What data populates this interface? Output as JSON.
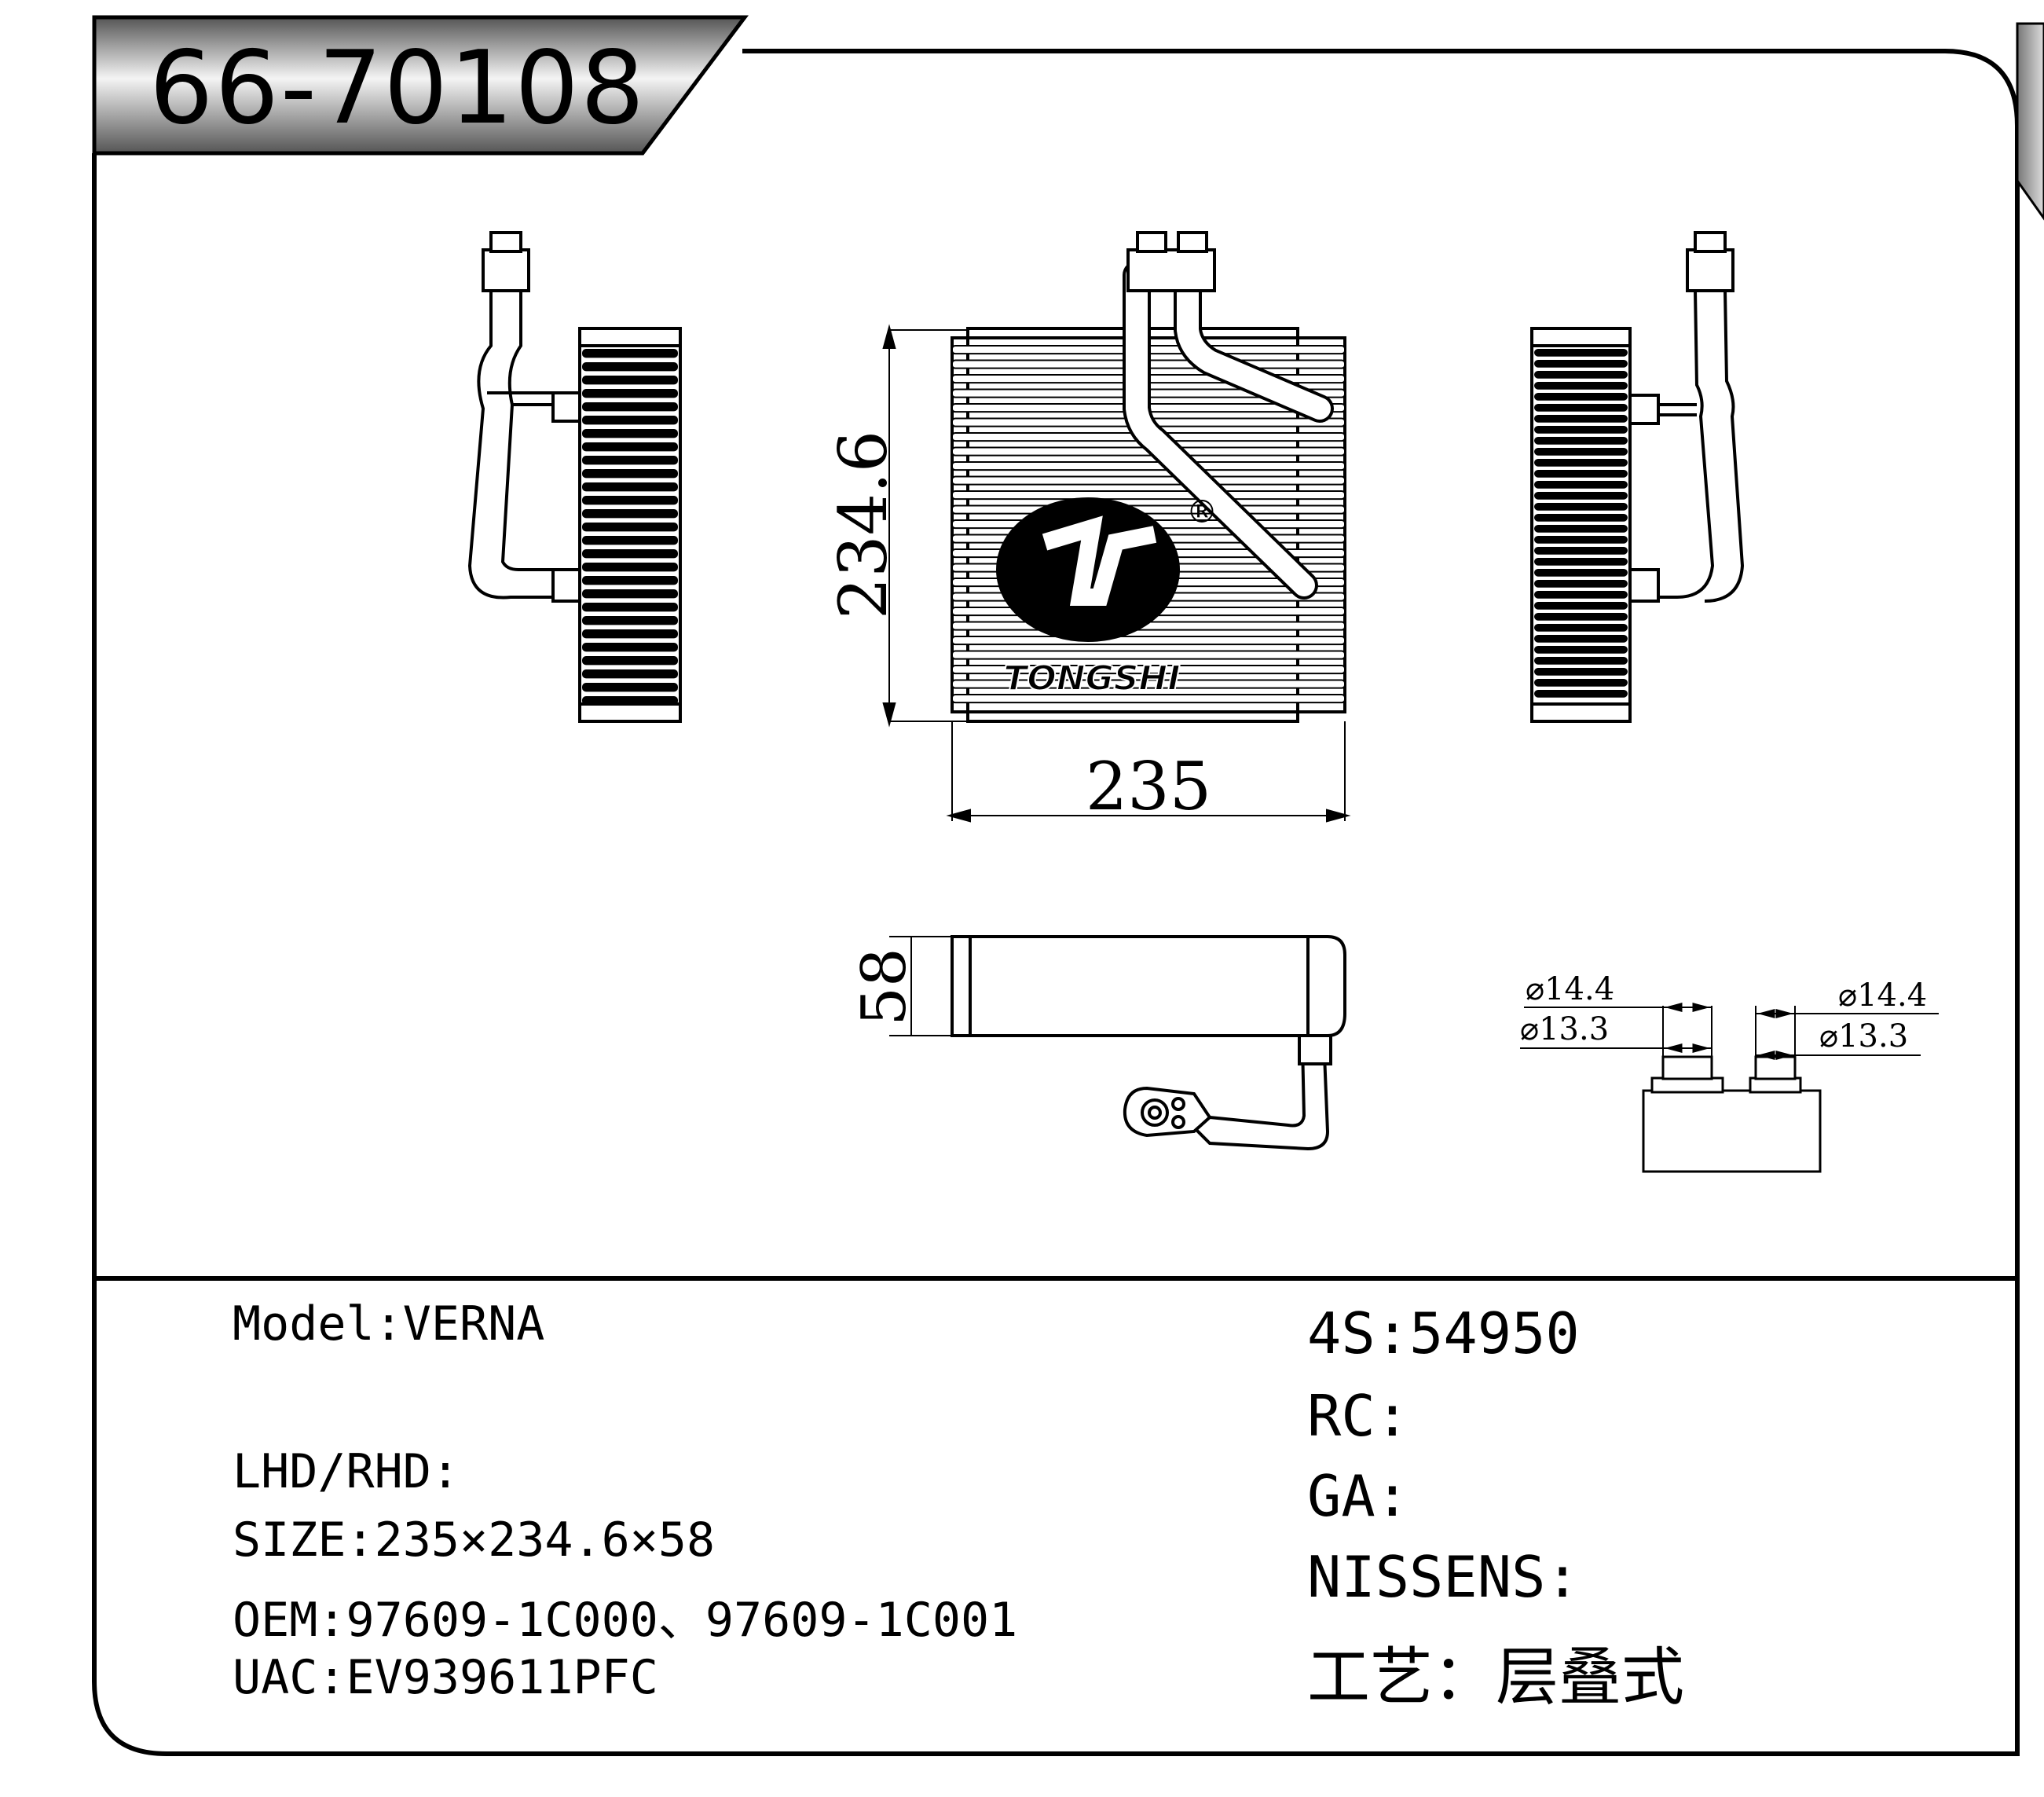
{
  "header": {
    "part_number": "66-70108"
  },
  "dimensions": {
    "width": "235",
    "height": "234.6",
    "depth": "58",
    "outer_dia_left": "⌀14.4",
    "inner_dia_left": "⌀13.3",
    "outer_dia_right": "⌀14.4",
    "inner_dia_right": "⌀13.3"
  },
  "drawing": {
    "registered_mark": "®",
    "logo_text": "TONGSHI"
  },
  "spec": {
    "model": "Model:VERNA",
    "lhd_rhd": "LHD/RHD:",
    "size": "SIZE:235×234.6×58",
    "oem": "OEM:97609-1C000、97609-1C001",
    "uac": "UAC:EV939611PFC",
    "s4": "4S:54950",
    "rc": "RC:",
    "ga": "GA:",
    "nissens": "NISSENS:",
    "process": "工艺：层叠式"
  }
}
